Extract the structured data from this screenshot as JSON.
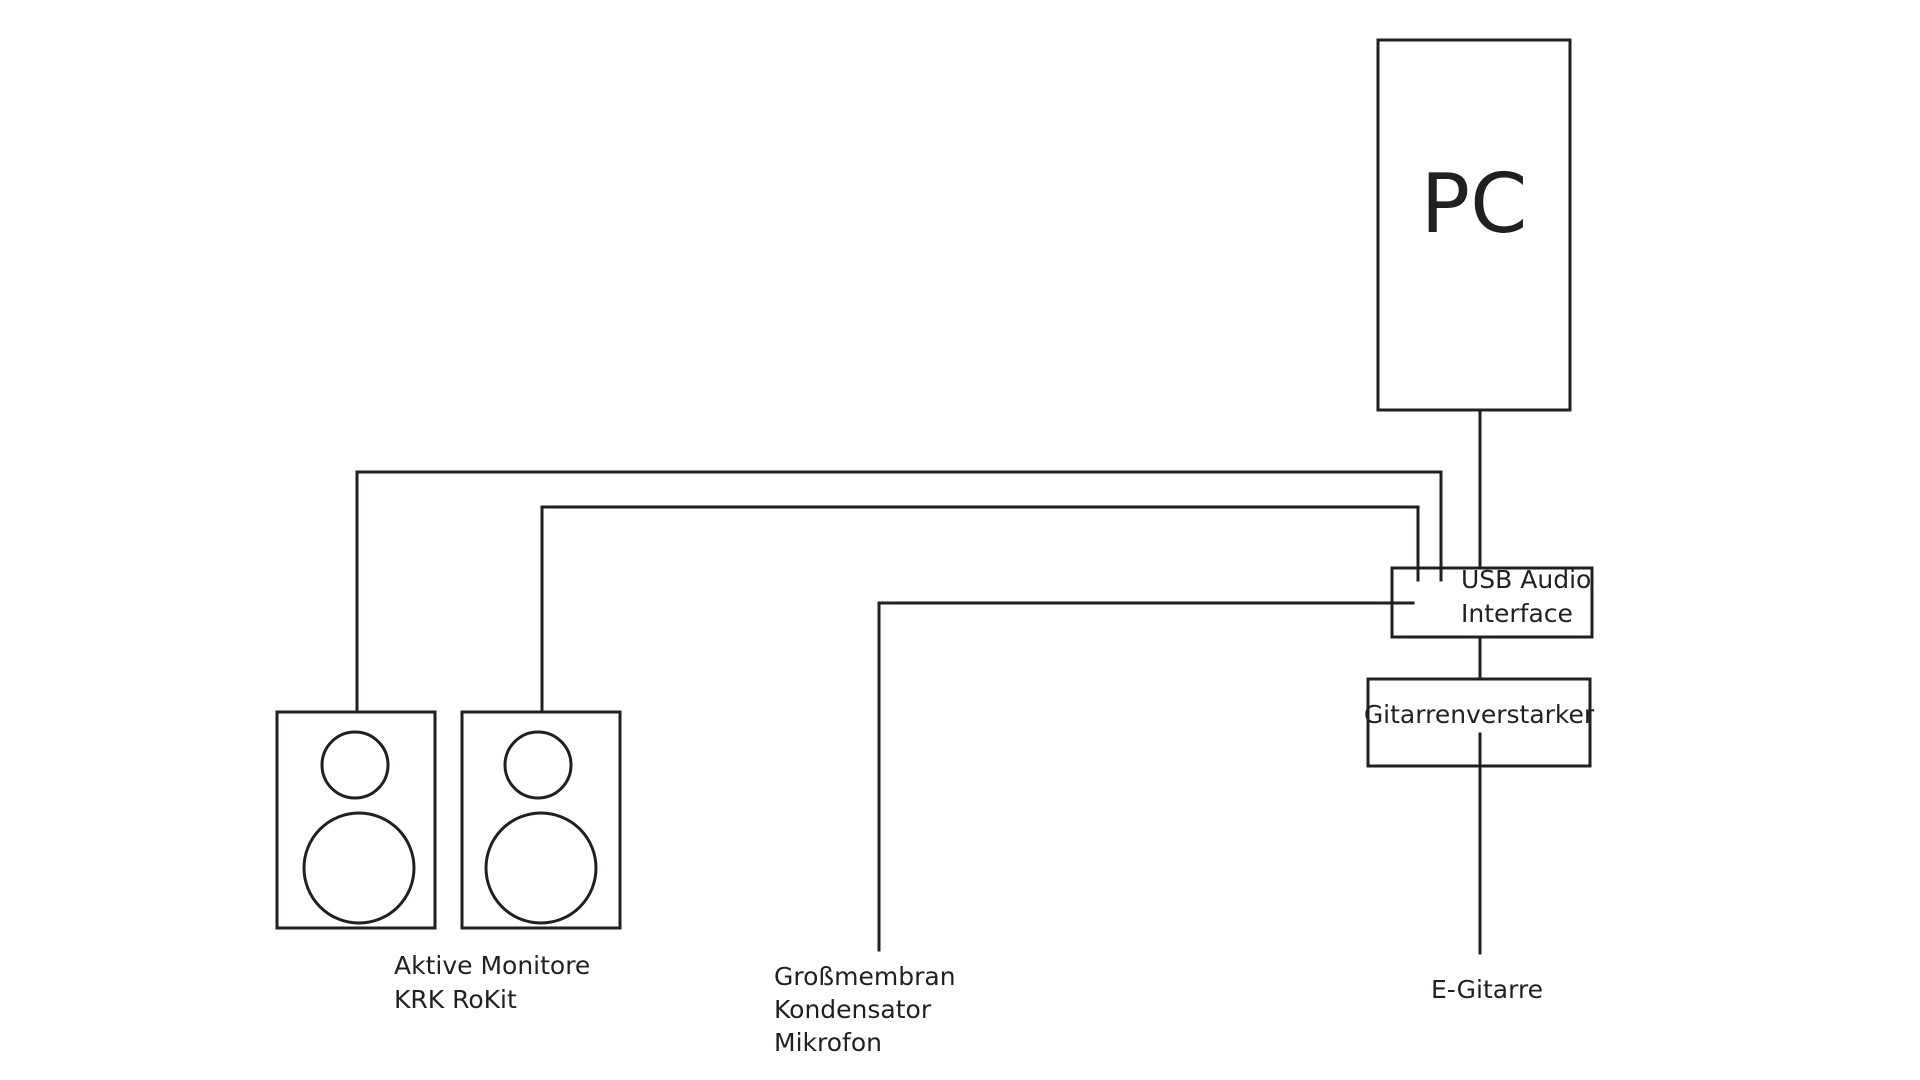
{
  "diagram": {
    "pc": {
      "label": "PC"
    },
    "usb_interface": {
      "label_line1": "USB Audio",
      "label_line2": "Interface"
    },
    "amp": {
      "label": "Gitarrenverstarker"
    },
    "monitors": {
      "label_line1": "Aktive Monitore",
      "label_line2": "KRK RoKit"
    },
    "microphone": {
      "label_line1": "Großmembran",
      "label_line2": "Kondensator",
      "label_line3": "Mikrofon"
    },
    "guitar": {
      "label": "E-Gitarre"
    },
    "colors": {
      "line": "#231f20",
      "background": "#ffffff"
    }
  }
}
